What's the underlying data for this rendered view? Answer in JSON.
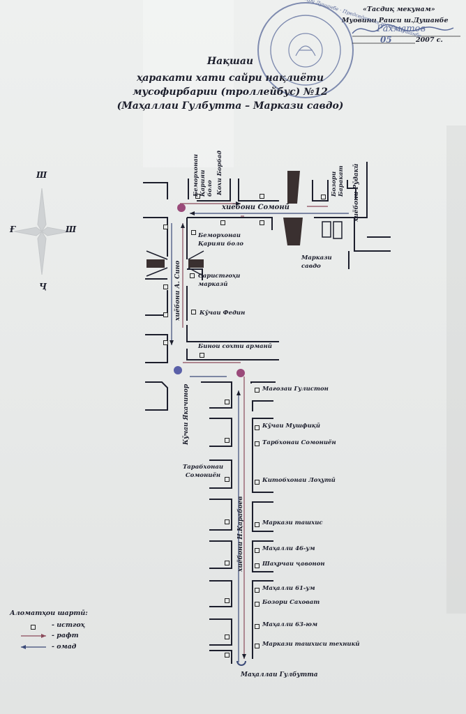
{
  "approval": {
    "line1": "«Тасдиқ мекунам»",
    "line2": "Муовини Раиси ш.Душанбе",
    "signature": "Рахматов",
    "date_month": "05",
    "date_year": "2007 с.",
    "stamp_text": "Раиси шаҳри Душанбе · Председатель города Душанбе"
  },
  "title": {
    "line1": "Нақшаи",
    "line2": "ҳаракати хати сайри нақлиёти",
    "line3": "мусофирбарии (троллейбус) №12",
    "line4": "(Маҳаллаи Гулбутта – Маркази савдо)"
  },
  "compass": {
    "north": "Ш",
    "west": "Ғ",
    "east": "Ш",
    "south": "Ҷ"
  },
  "streets": {
    "somoni": "хиёбони Сомонӣ",
    "rudaki": "хиёбони Рӯдакӣ",
    "sino": "хиёбони А. Сино",
    "yakachinor": "Кӯчаи Якачинор",
    "karaboev": "хиёбони Н.Қарабоев"
  },
  "places_top": [
    "Беморхонаи Қарияи боло",
    "Кохи Борбад",
    "Бозори Баракат"
  ],
  "stops_sino": [
    "Беморхонаи Қарияи боло",
    "Саристгоҳи марказӣ",
    "Кӯчаи Федин",
    "Бинои сохти арманӣ"
  ],
  "center": "Маркази савдо",
  "stops_karaboev": [
    "Мағозаи Гулистон",
    "Кӯчаи Мушфиқӣ",
    "Тарбхонаи Сомониён",
    "Китобхонаи Лоҳутӣ",
    "Маркази ташхис",
    "Маҳалли 46-ум",
    "Шаҳрчаи ҷавонон",
    "Маҳалли 61-ум",
    "Бозори Саховат",
    "Маҳалли 63-юм",
    "Маркази ташхиси техникӣ"
  ],
  "left_place": "Тарабхонаи Сомониён",
  "terminus": "Маҳаллаи Гулбутта",
  "legend": {
    "title": "Аломатҳои шартӣ:",
    "stop": "- истгоҳ",
    "forward": "- рафт",
    "back": "- омад"
  },
  "colors": {
    "paper": "#e9ebea",
    "ink": "#1c1e2c",
    "route_forward": "#8a4a5a",
    "route_back": "#3b4a78",
    "stamp": "#5a6a9a",
    "turn_circle_red": "#9a4a7a",
    "turn_circle_blue": "#5a60a8"
  }
}
